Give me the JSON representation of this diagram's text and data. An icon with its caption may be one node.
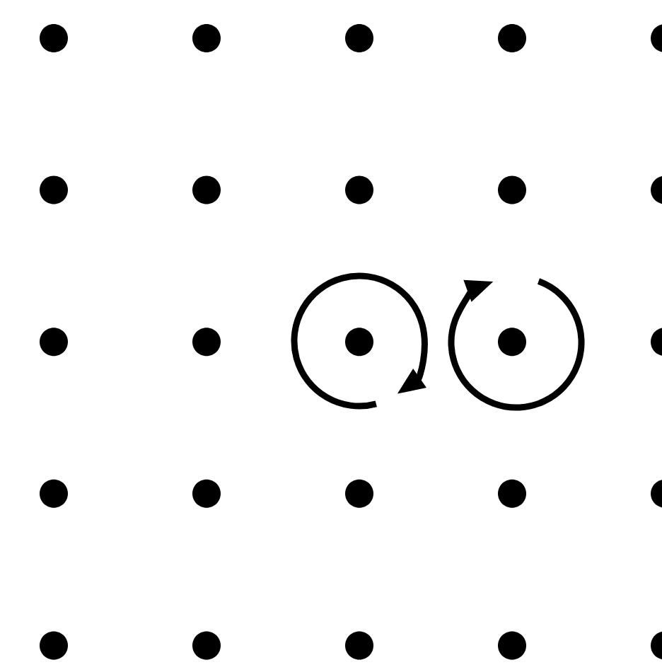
{
  "diagram": {
    "nodes": [
      {
        "text": [],
        "shape": "circle"
      },
      {
        "text": [],
        "shape": "circle"
      },
      {
        "text": [],
        "shape": "circle"
      },
      {
        "text": [],
        "shape": "circle"
      },
      {
        "text": [],
        "shape": "circle"
      },
      {
        "text": [],
        "shape": "circle"
      },
      {
        "text": [],
        "shape": "circle"
      },
      {
        "text": [],
        "shape": "circle"
      },
      {
        "text": [],
        "shape": "circle"
      },
      {
        "text": [],
        "shape": "circle"
      },
      {
        "text": [],
        "shape": "circle"
      },
      {
        "text": [],
        "shape": "circle"
      },
      {
        "text": [],
        "shape": "circle"
      },
      {
        "text": [],
        "shape": "circle"
      },
      {
        "text": [],
        "shape": "circle"
      },
      {
        "text": [],
        "shape": "circle"
      },
      {
        "text": [],
        "shape": "circle"
      },
      {
        "text": [],
        "shape": "circle"
      },
      {
        "text": [],
        "shape": "circle"
      },
      {
        "text": [],
        "shape": "circle"
      },
      {
        "text": [],
        "shape": "circle"
      },
      {
        "text": [],
        "shape": "circle"
      },
      {
        "text": [],
        "shape": "circle"
      },
      {
        "text": [],
        "shape": "circle"
      },
      {
        "text": [],
        "shape": "circle"
      }
    ]
  }
}
